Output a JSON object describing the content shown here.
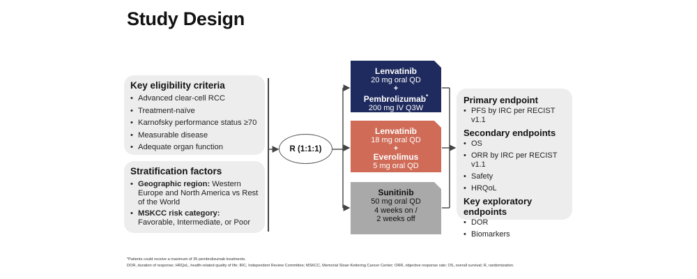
{
  "title": "Study Design",
  "eligibility": {
    "heading": "Key eligibility criteria",
    "items": [
      "Advanced clear-cell RCC",
      "Treatment-naïve",
      "Karnofsky performance status ≥70",
      "Measurable disease",
      "Adequate organ function"
    ]
  },
  "stratification": {
    "heading": "Stratification factors",
    "items": [
      {
        "bold": "Geographic region:",
        "text": " Western Europe and North America vs Rest of the World"
      },
      {
        "bold": "MSKCC risk category:",
        "text": " Favorable, Intermediate, or Poor"
      }
    ]
  },
  "randomization": "R  (1:1:1)",
  "arms": [
    {
      "drug1": "Lenvatinib",
      "dose1": "20 mg oral QD",
      "plus": "+",
      "drug2": "Pembrolizumab",
      "drug2_sup": "*",
      "dose2": "200 mg IV Q3W",
      "color": "#1f2b5e"
    },
    {
      "drug1": "Lenvatinib",
      "dose1": "18 mg oral QD",
      "plus": "+",
      "drug2": "Everolimus",
      "dose2": "5 mg oral QD",
      "color": "#cf6b57"
    },
    {
      "drug1": "Sunitinib",
      "dose1": "50 mg oral QD",
      "dose_line2": "4 weeks on /",
      "dose_line3": "2 weeks off",
      "color": "#a9a9a9"
    }
  ],
  "endpoints": {
    "primary_heading": "Primary endpoint",
    "primary": [
      "PFS by IRC per RECIST v1.1"
    ],
    "secondary_heading": "Secondary endpoints",
    "secondary": [
      "OS",
      "ORR by IRC per RECIST v1.1",
      "Safety",
      "HRQoL"
    ],
    "exploratory_heading": "Key exploratory endpoints",
    "exploratory": [
      "DOR",
      "Biomarkers"
    ]
  },
  "footnotes": {
    "note": "*Patients could receive a maximum of 35 pembrolizumab treatments.",
    "abbreviations": "DOR, duration of response; HRQoL, health-related quality of life; IRC, Independent Review Committee; MSKCC, Memorial Sloan Kettering Cancer Center; ORR, objective response rate; OS, overall survival; R, randomization."
  }
}
